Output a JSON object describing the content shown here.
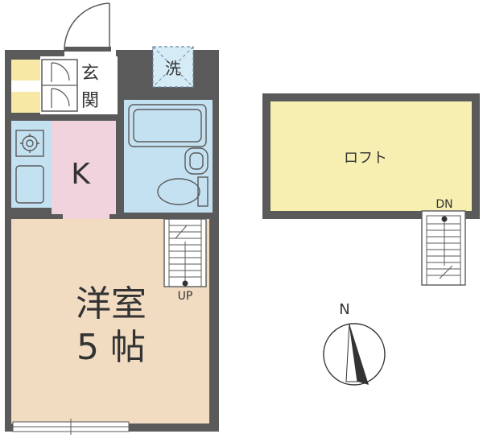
{
  "labels": {
    "genkan_top": "玄",
    "genkan_bottom": "関",
    "washer": "洗",
    "kitchen": "K",
    "room_name": "洋室",
    "room_size": "5 帖",
    "stairs_up": "UP",
    "loft": "ロフト",
    "stairs_down": "DN",
    "north": "N"
  },
  "colors": {
    "wall": "#5a5a5a",
    "room_floor": "#f1dcc2",
    "kitchen_floor": "#f0d3dc",
    "wet_area": "#c4e1f1",
    "storage": "#f8e8a6",
    "loft_floor": "#f7efb2",
    "text": "#333333"
  },
  "icons": [
    "door-swing-icon",
    "gas-stove-icon",
    "sink-icon",
    "bathtub-icon",
    "wash-basin-icon",
    "toilet-icon",
    "washer-space-icon",
    "stairs-icon",
    "compass-icon"
  ]
}
